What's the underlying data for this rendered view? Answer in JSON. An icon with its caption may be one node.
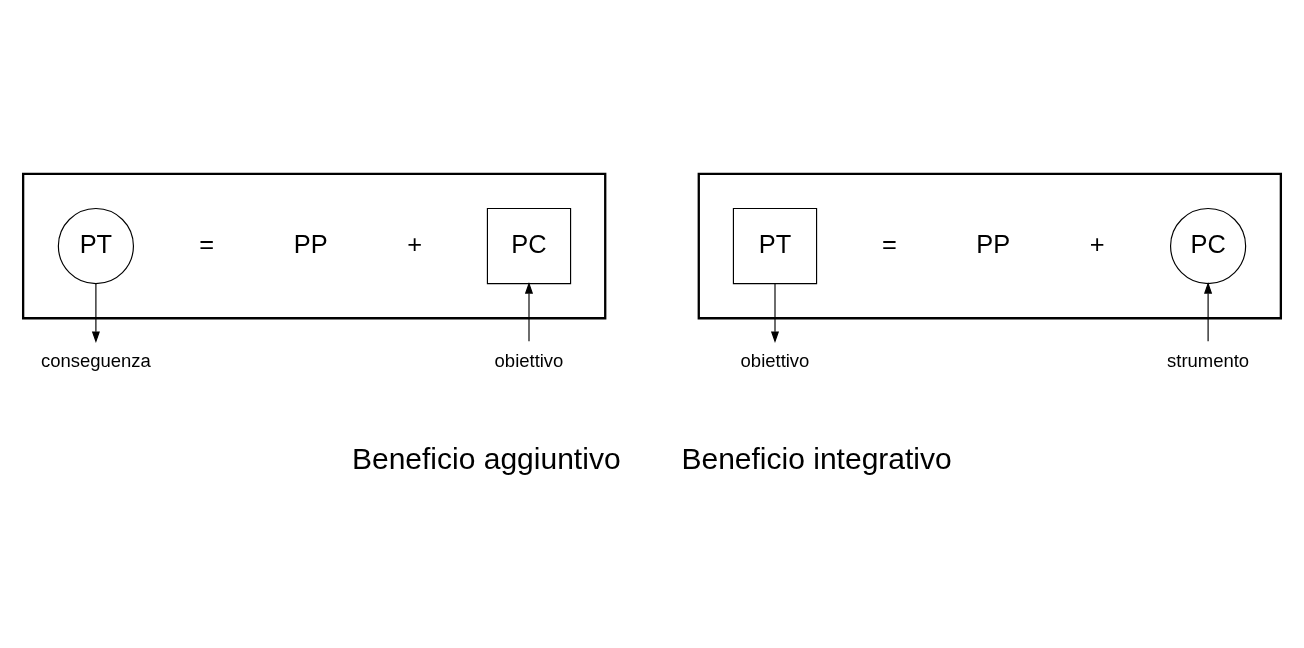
{
  "diagram": {
    "nodes": [
      {
        "text": [],
        "shape": "box"
      },
      {
        "text": [
          "PT"
        ],
        "in": 0
      },
      {
        "text": [
          "PC"
        ],
        "in": 0
      },
      {
        "text": [
          "conseguenza"
        ]
      },
      {
        "text": [
          "obiettivo"
        ]
      },
      {
        "text": [],
        "shape": "box"
      },
      {
        "text": [
          "PT"
        ],
        "in": 5
      },
      {
        "text": [
          "PC"
        ],
        "in": 5
      },
      {
        "text": [
          "obiettivo"
        ]
      },
      {
        "text": [
          "strumento"
        ]
      }
    ],
    "edges": [
      {
        "from": 1,
        "to": 3,
        "arrow": "to"
      },
      {
        "from": 4,
        "to": 2,
        "arrow": "to"
      },
      {
        "from": 6,
        "to": 8,
        "arrow": "to"
      },
      {
        "from": 9,
        "to": 7,
        "arrow": "to"
      }
    ],
    "labels": [
      "=",
      "PP",
      "+",
      "=",
      "PP",
      "+",
      "Beneficio aggiuntivo",
      "Beneficio integrativo"
    ]
  }
}
